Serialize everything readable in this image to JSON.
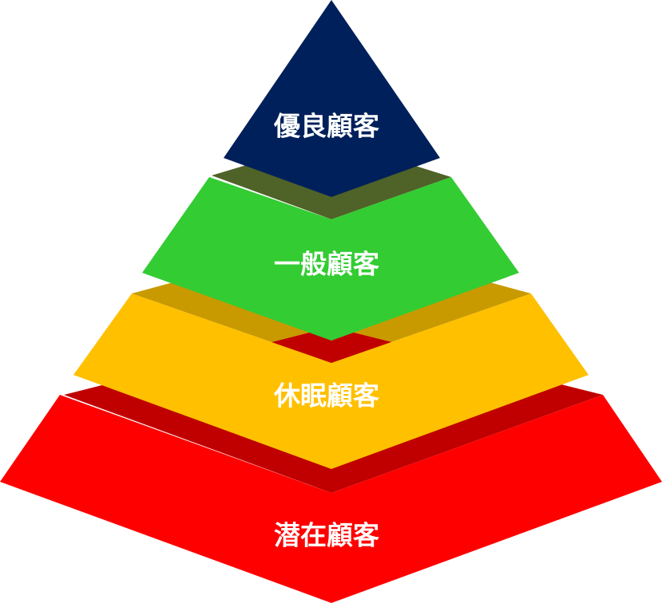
{
  "diagram": {
    "type": "pyramid",
    "tiers": [
      {
        "label": "優良顧客",
        "color": "#00205b",
        "underside_color": "#4f6228"
      },
      {
        "label": "一般顧客",
        "color": "#33cc33",
        "underside_color": "#c89a00"
      },
      {
        "label": "休眠顧客",
        "color": "#ffc000",
        "underside_color": "#c00000"
      },
      {
        "label": "潜在顧客",
        "color": "#ff0000",
        "underside_color": ""
      }
    ]
  }
}
